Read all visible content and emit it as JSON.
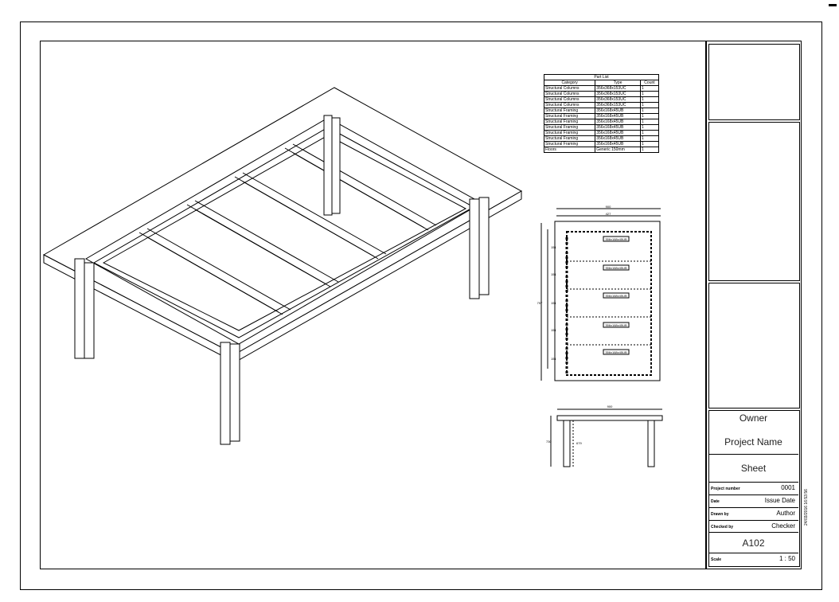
{
  "schedule": {
    "title": "Part List",
    "headers": [
      "Category",
      "Type",
      "Count"
    ],
    "rows": [
      [
        "Structural Columns",
        "356x368x153UC",
        "1"
      ],
      [
        "Structural Columns",
        "356x368x153UC",
        "1"
      ],
      [
        "Structural Columns",
        "356x368x153UC",
        "1"
      ],
      [
        "Structural Columns",
        "356x368x153UC",
        "1"
      ],
      [
        "Structural Framing",
        "356x168x45UB",
        "1"
      ],
      [
        "Structural Framing",
        "356x168x45UB",
        "1"
      ],
      [
        "Structural Framing",
        "356x168x45UB",
        "1"
      ],
      [
        "Structural Framing",
        "356x168x45UB",
        "1"
      ],
      [
        "Structural Framing",
        "356x168x45UB",
        "1"
      ],
      [
        "Structural Framing",
        "356x168x45UB",
        "1"
      ],
      [
        "Structural Framing",
        "356x168x45UB",
        "1"
      ],
      [
        "Floors",
        "Generic 150mm",
        "1"
      ]
    ]
  },
  "plan": {
    "beam_tag": "356x168x45UB",
    "dim_top_overall": "900",
    "dim_top_inner": "427",
    "dim_left_overall": "757",
    "dim_left_segment": "151"
  },
  "elevation": {
    "dim_top": "900",
    "dim_left": "730",
    "dim_inner": "679"
  },
  "titleblock": {
    "owner": "Owner",
    "project_name": "Project Name",
    "sheet_name": "Sheet",
    "rows": [
      {
        "label": "Project number",
        "value": "0001"
      },
      {
        "label": "Date",
        "value": "Issue Date"
      },
      {
        "label": "Drawn by",
        "value": "Author"
      },
      {
        "label": "Checked by",
        "value": "Checker"
      }
    ],
    "sheet_number": "A102",
    "scale_label": "Scale",
    "scale_value": "1 : 50"
  },
  "stamp": "24/03/2016 16:53:56",
  "corner_glyph": "▬"
}
